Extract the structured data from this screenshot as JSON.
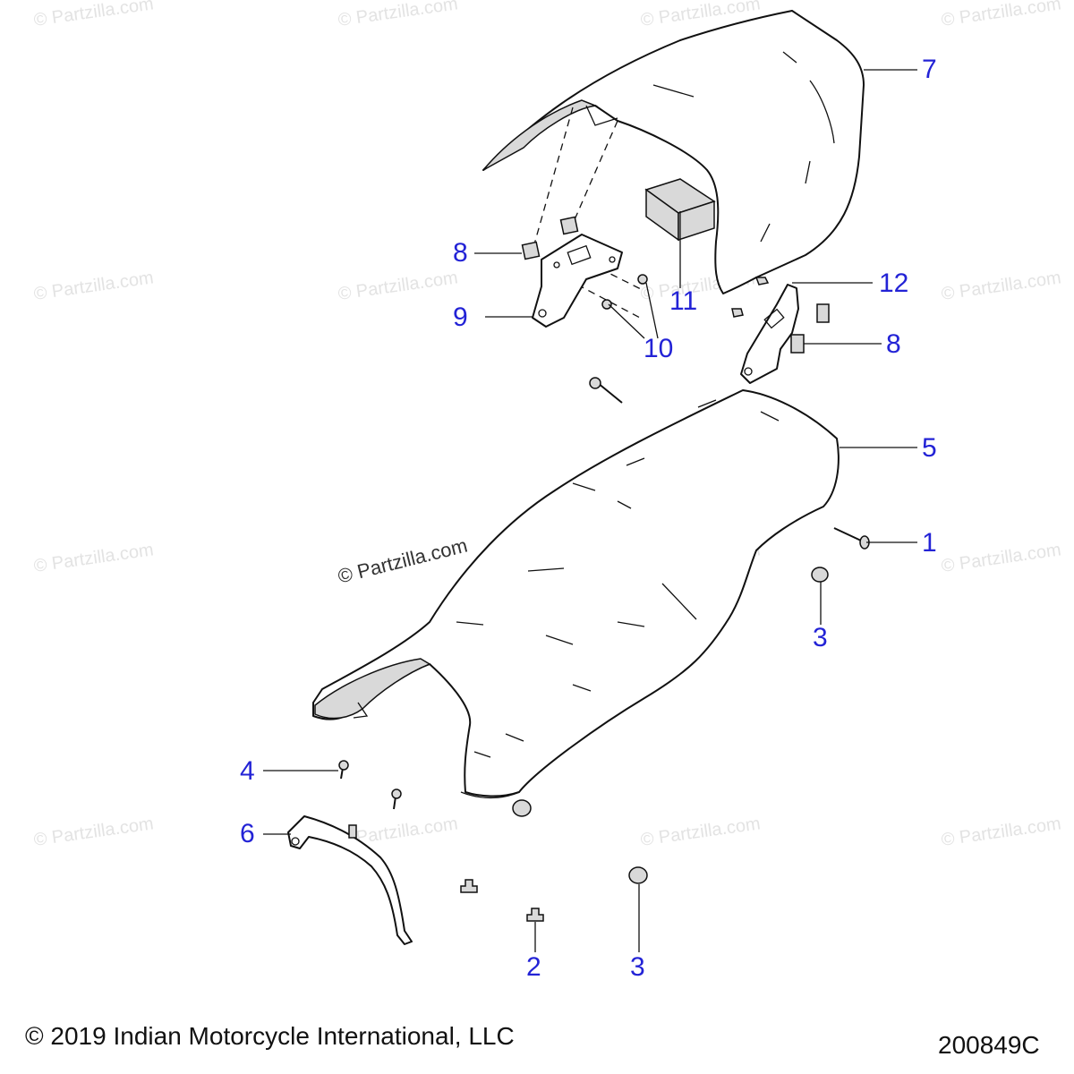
{
  "watermarks": {
    "small": "© Partzilla.com",
    "center": "© Partzilla.com"
  },
  "callouts": {
    "c1": "1",
    "c2": "2",
    "c3a": "3",
    "c3b": "3",
    "c4": "4",
    "c5": "5",
    "c6": "6",
    "c7": "7",
    "c8a": "8",
    "c8b": "8",
    "c9": "9",
    "c10": "10",
    "c11": "11",
    "c12": "12"
  },
  "footer": {
    "copyright": "© 2019 Indian Motorcycle International, LLC",
    "diagram_id": "200849C"
  },
  "colors": {
    "callout": "#2323d6",
    "line": "#111111",
    "watermark": "#e3e3e3"
  }
}
